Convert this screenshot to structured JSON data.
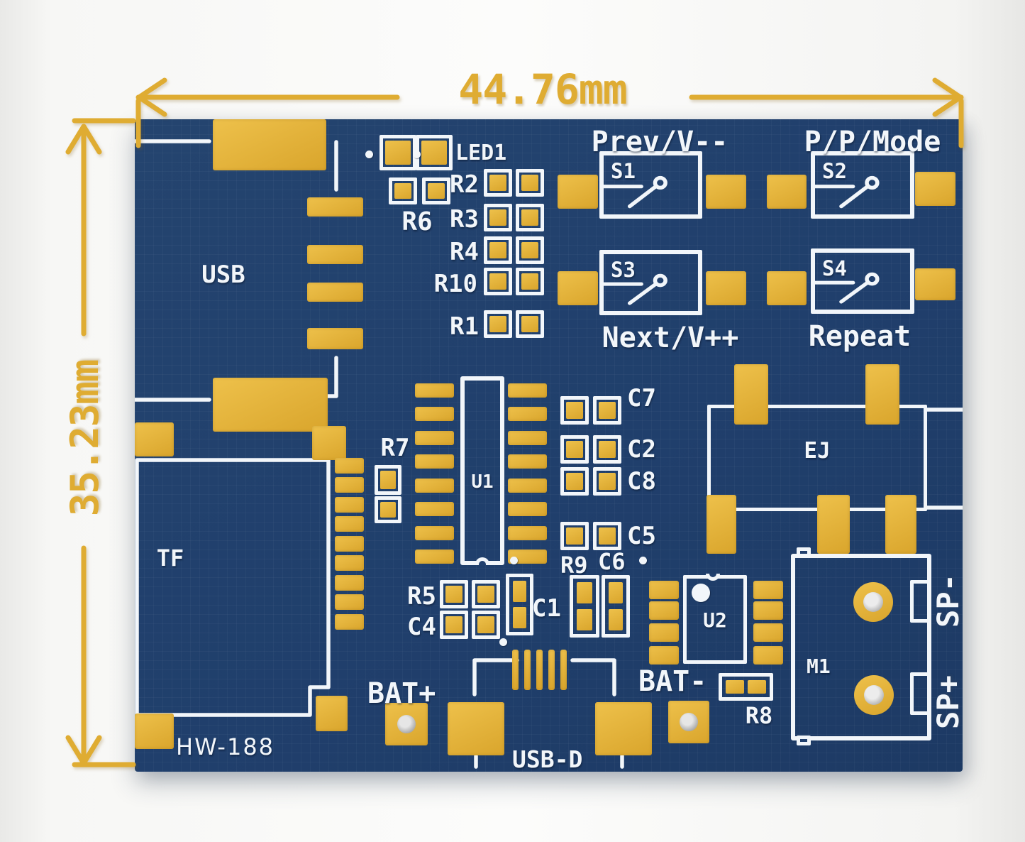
{
  "title": "HW-188 MP3 player module PCB silkscreen diagram",
  "dimensions": {
    "width": "44.76mm",
    "height": "35.23mm"
  },
  "board": {
    "model": "HW-188",
    "labels": {
      "usb": "USB",
      "tf": "TF",
      "usb_d": "USB-D",
      "headphone_jack": "EJ",
      "motor_connector": "M1",
      "sp_minus": "SP-",
      "sp_plus": "SP+",
      "bat_plus": "BAT+",
      "bat_minus": "BAT-",
      "led": "LED1",
      "u1": "U1",
      "u2": "U2"
    },
    "switches": [
      {
        "ref": "S1",
        "function": "Prev/V--"
      },
      {
        "ref": "S2",
        "function": "P/P/Mode"
      },
      {
        "ref": "S3",
        "function": "Next/V++"
      },
      {
        "ref": "S4",
        "function": "Repeat"
      }
    ],
    "resistors": [
      "R1",
      "R2",
      "R3",
      "R4",
      "R5",
      "R6",
      "R7",
      "R8",
      "R9",
      "R10"
    ],
    "capacitors": [
      "C1",
      "C2",
      "C4",
      "C5",
      "C6",
      "C7",
      "C8"
    ]
  },
  "colors": {
    "board_blue": "#21406e",
    "pad_gold": "#e5b63c",
    "silkscreen_white": "#f2f6fa",
    "dimension_gold": "#dfac32",
    "background": "#f7f7f5"
  }
}
